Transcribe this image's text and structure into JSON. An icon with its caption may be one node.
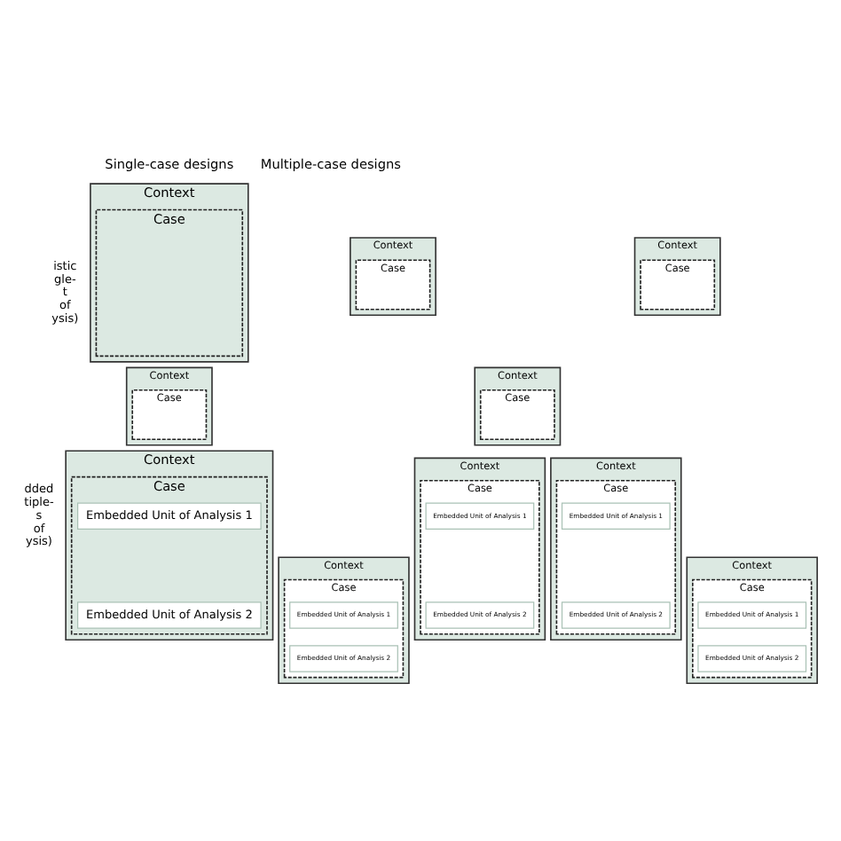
{
  "diagram": {
    "nodes": [
      {
        "text": [
          "Context"
        ]
      },
      {
        "text": [
          "Case"
        ],
        "in": 0
      },
      {
        "text": [
          "Context"
        ]
      },
      {
        "text": [
          "Case"
        ],
        "in": 2
      },
      {
        "text": [
          "Context"
        ]
      },
      {
        "text": [
          "Case"
        ],
        "in": 4
      },
      {
        "text": [
          "Context"
        ]
      },
      {
        "text": [
          "Case"
        ],
        "in": 6
      },
      {
        "text": [
          "Context"
        ]
      },
      {
        "text": [
          "Case"
        ],
        "in": 8
      },
      {
        "text": [
          "Context"
        ]
      },
      {
        "text": [
          "Case"
        ],
        "in": 10
      },
      {
        "text": [
          "Embedded Unit of Analysis 1"
        ],
        "in": 11
      },
      {
        "text": [
          "Embedded Unit of Analysis 2"
        ],
        "in": 11
      },
      {
        "text": [
          "Context"
        ]
      },
      {
        "text": [
          "Case"
        ],
        "in": 14
      },
      {
        "text": [
          "Embedded Unit of Analysis 1"
        ],
        "in": 15
      },
      {
        "text": [
          "Embedded Unit of Analysis 2"
        ],
        "in": 15
      },
      {
        "text": [
          "Context"
        ]
      },
      {
        "text": [
          "Case"
        ],
        "in": 18
      },
      {
        "text": [
          "Embedded Unit of Analysis 1"
        ],
        "in": 19
      },
      {
        "text": [
          "Embedded Unit of Analysis 2"
        ],
        "in": 19
      },
      {
        "text": [
          "Context"
        ]
      },
      {
        "text": [
          "Case"
        ],
        "in": 22
      },
      {
        "text": [
          "Embedded Unit of Analysis 1"
        ],
        "in": 23
      },
      {
        "text": [
          "Embedded Unit of Analysis 2"
        ],
        "in": 23
      },
      {
        "text": [
          "Context"
        ]
      },
      {
        "text": [
          "Case"
        ],
        "in": 26
      },
      {
        "text": [
          "Embedded Unit of Analysis 1"
        ],
        "in": 27
      },
      {
        "text": [
          "Embedded Unit of Analysis 2"
        ],
        "in": 27
      }
    ],
    "edges": [],
    "labels": [
      "Single-case designs",
      "Multiple-case designs",
      "istic gle- t of ysis)",
      "dded tiple- s of ysis)"
    ]
  }
}
